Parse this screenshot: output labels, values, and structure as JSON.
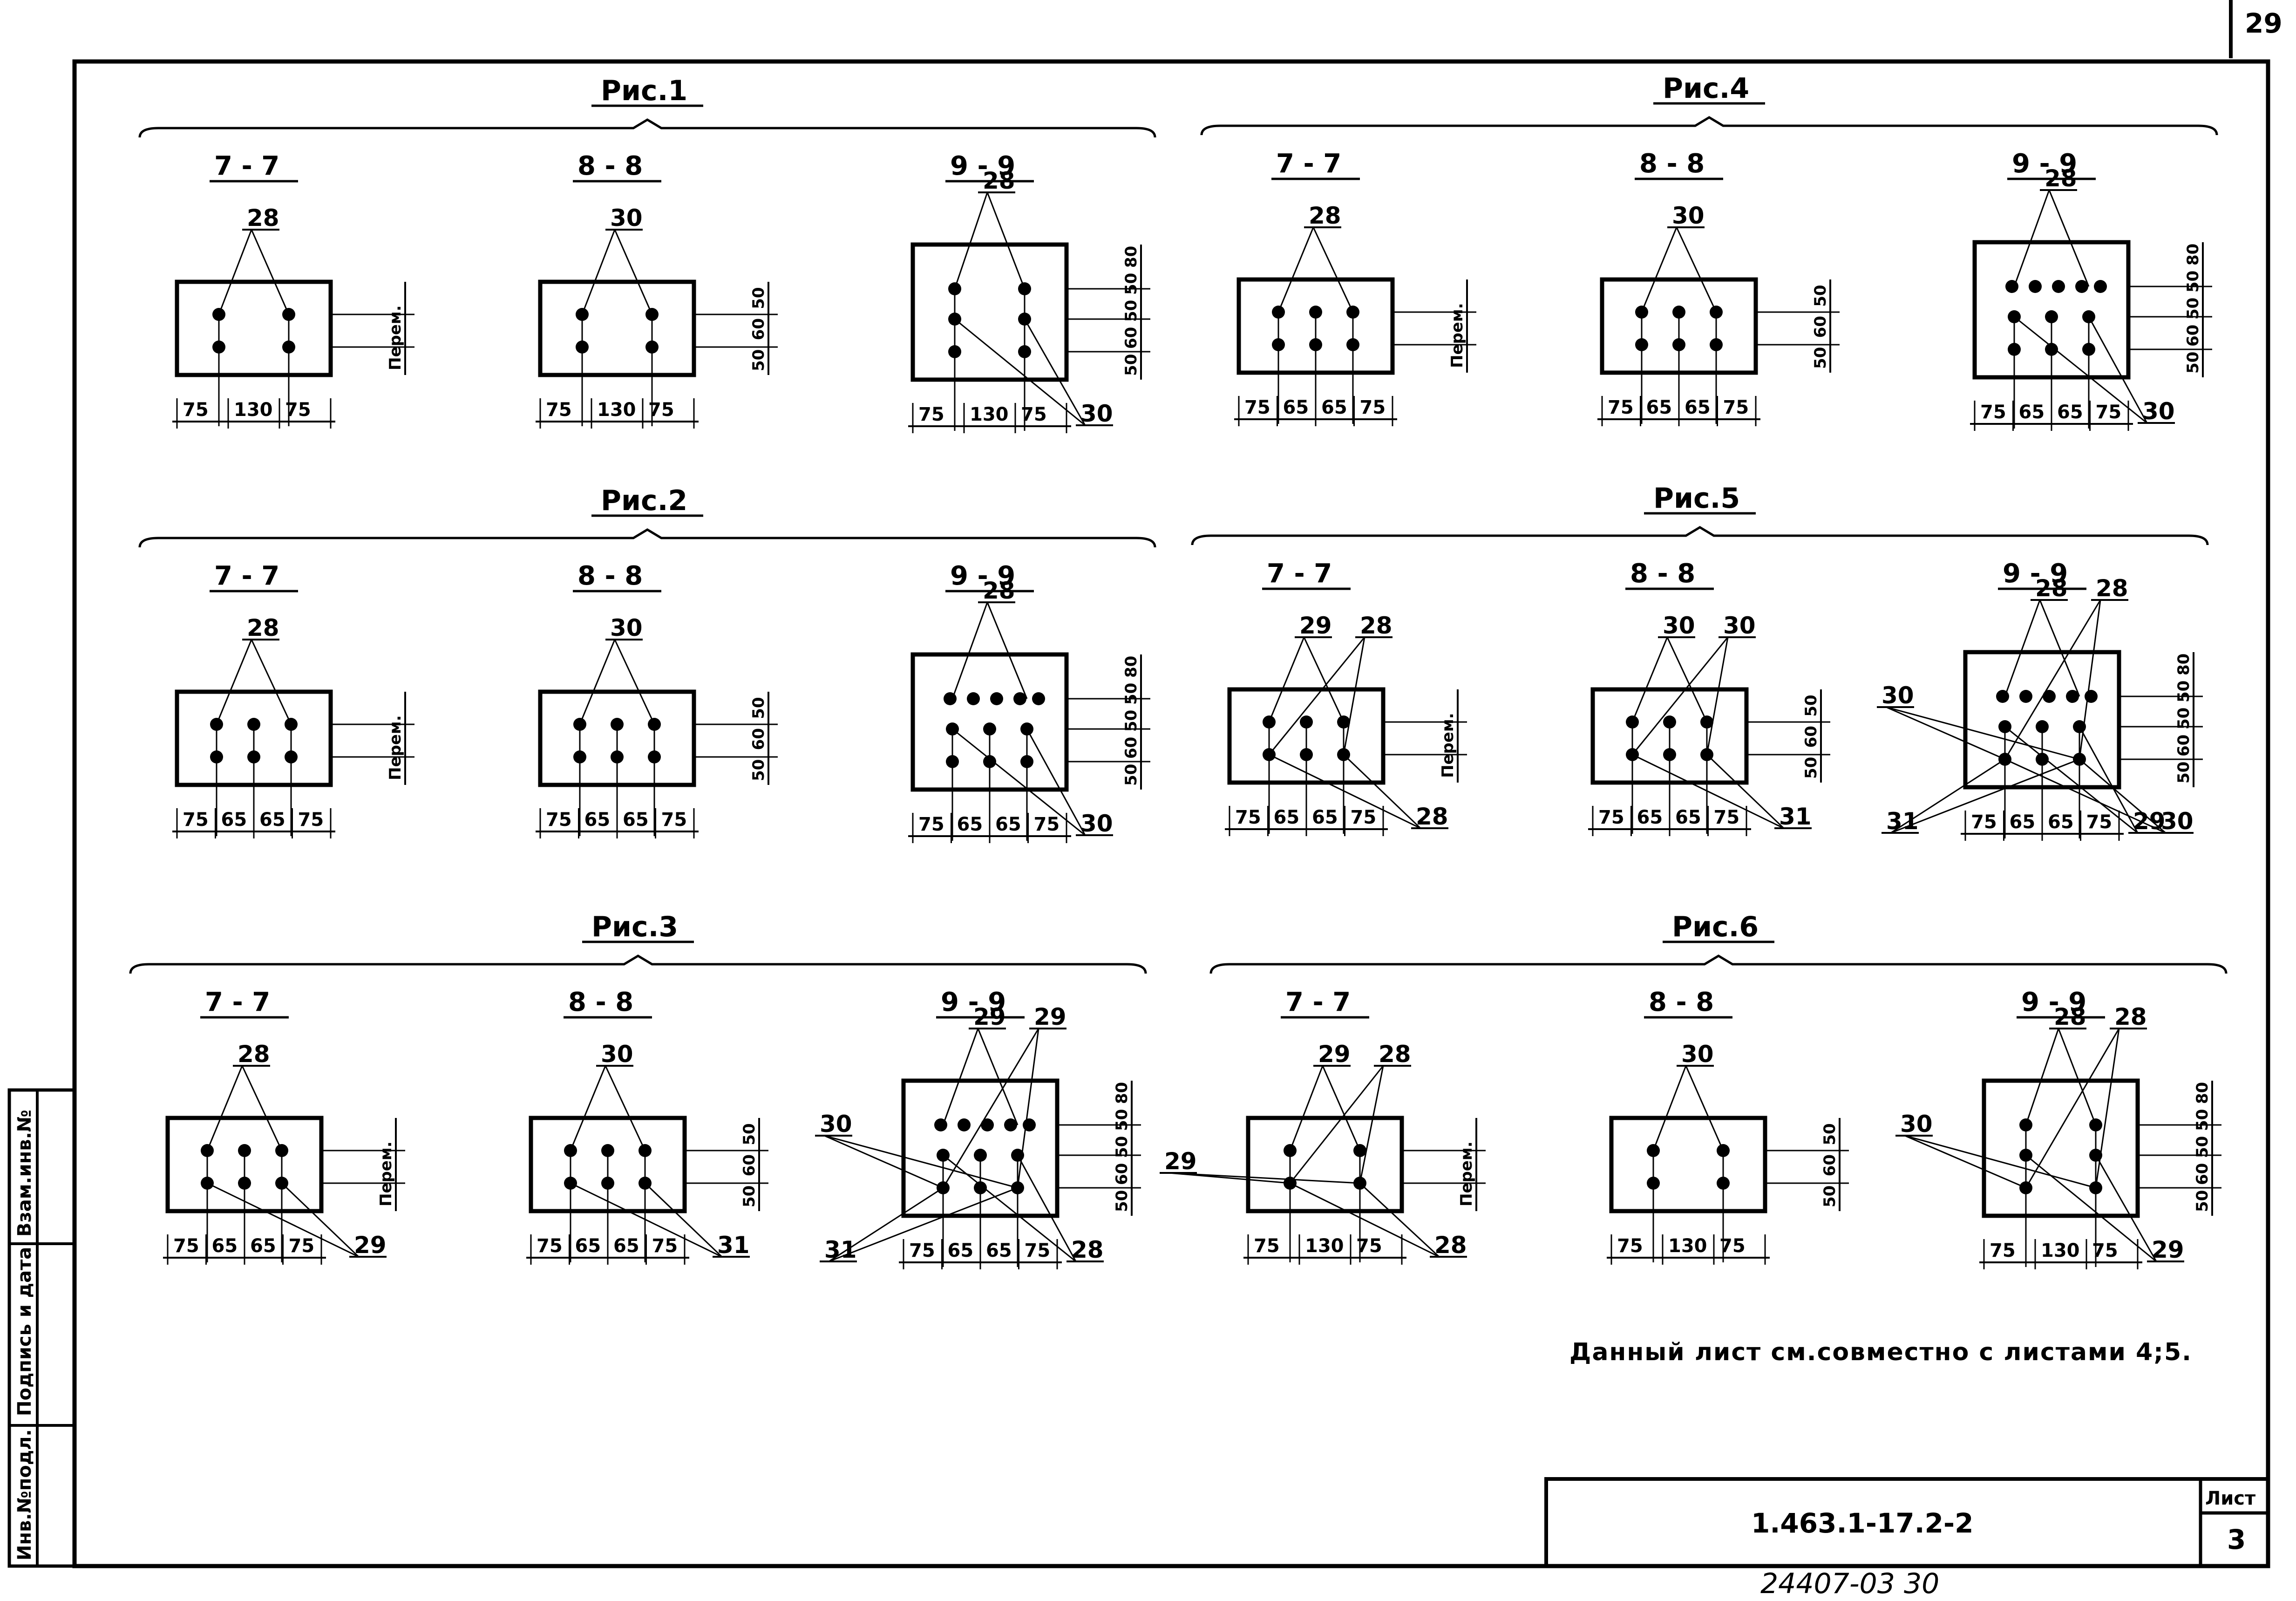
{
  "sheet": {
    "corner_number": "29",
    "note": "Данный лист см.совместно с листами 4;5.",
    "stamp": {
      "code": "1.463.1-17.2-2",
      "sheet_label": "Лист",
      "sheet_number": "3",
      "handwritten": "24407-03   30"
    },
    "side_labels": [
      "Инв.№подл.",
      "Подпись и дата",
      "Взам.инв.№"
    ],
    "perem_label": "Перем."
  },
  "figures": [
    {
      "title": "Рис.1",
      "sections": [
        {
          "label": "7 - 7",
          "callouts": [
            "28"
          ],
          "hdims": [
            "75",
            "130",
            "75"
          ],
          "vdims": []
        },
        {
          "label": "8 - 8",
          "callouts": [
            "30"
          ],
          "hdims": [
            "75",
            "130",
            "75"
          ],
          "vdims": [
            "50",
            "60",
            "50"
          ]
        },
        {
          "label": "9 - 9",
          "callouts": [
            "28",
            "30"
          ],
          "hdims": [
            "75",
            "130",
            "75"
          ],
          "vdims": [
            "80",
            "50",
            "50",
            "60",
            "50"
          ]
        }
      ]
    },
    {
      "title": "Рис.2",
      "sections": [
        {
          "label": "7 - 7",
          "callouts": [
            "28"
          ],
          "hdims": [
            "75",
            "65",
            "65",
            "75"
          ],
          "vdims": []
        },
        {
          "label": "8 - 8",
          "callouts": [
            "30"
          ],
          "hdims": [
            "75",
            "65",
            "65",
            "75"
          ],
          "vdims": [
            "50",
            "60",
            "50"
          ]
        },
        {
          "label": "9 - 9",
          "callouts": [
            "28",
            "30"
          ],
          "hdims": [
            "75",
            "65",
            "65",
            "75"
          ],
          "vdims": [
            "80",
            "50",
            "50",
            "60",
            "50"
          ]
        }
      ]
    },
    {
      "title": "Рис.3",
      "sections": [
        {
          "label": "7 - 7",
          "callouts": [
            "28",
            "29"
          ],
          "hdims": [
            "75",
            "65",
            "65",
            "75"
          ],
          "vdims": []
        },
        {
          "label": "8 - 8",
          "callouts": [
            "30",
            "31"
          ],
          "hdims": [
            "75",
            "65",
            "65",
            "75"
          ],
          "vdims": [
            "50",
            "60",
            "50"
          ]
        },
        {
          "label": "9 - 9",
          "callouts": [
            "29",
            "28",
            "29",
            "30",
            "31"
          ],
          "hdims": [
            "75",
            "65",
            "65",
            "75"
          ],
          "vdims": [
            "80",
            "50",
            "50",
            "60",
            "50"
          ]
        }
      ]
    },
    {
      "title": "Рис.4",
      "sections": [
        {
          "label": "7 - 7",
          "callouts": [
            "28"
          ],
          "hdims": [
            "75",
            "65",
            "65",
            "75"
          ],
          "vdims": []
        },
        {
          "label": "8 - 8",
          "callouts": [
            "30"
          ],
          "hdims": [
            "75",
            "65",
            "65",
            "75"
          ],
          "vdims": [
            "50",
            "60",
            "50"
          ]
        },
        {
          "label": "9 - 9",
          "callouts": [
            "28",
            "30"
          ],
          "hdims": [
            "75",
            "65",
            "65",
            "75"
          ],
          "vdims": [
            "80",
            "50",
            "50",
            "60",
            "50"
          ]
        }
      ]
    },
    {
      "title": "Рис.5",
      "sections": [
        {
          "label": "7 - 7",
          "callouts": [
            "29",
            "28",
            "28"
          ],
          "hdims": [
            "75",
            "65",
            "65",
            "75"
          ],
          "vdims": []
        },
        {
          "label": "8 - 8",
          "callouts": [
            "30",
            "31",
            "30"
          ],
          "hdims": [
            "75",
            "65",
            "65",
            "75"
          ],
          "vdims": [
            "50",
            "60",
            "50"
          ]
        },
        {
          "label": "9 - 9",
          "callouts": [
            "28",
            "29",
            "28",
            "30",
            "31",
            "30"
          ],
          "hdims": [
            "75",
            "65",
            "65",
            "75"
          ],
          "vdims": [
            "80",
            "50",
            "50",
            "60",
            "50"
          ]
        }
      ]
    },
    {
      "title": "Рис.6",
      "sections": [
        {
          "label": "7 - 7",
          "callouts": [
            "29",
            "28",
            "28",
            "29"
          ],
          "hdims": [
            "75",
            "130",
            "75"
          ],
          "vdims": []
        },
        {
          "label": "8 - 8",
          "callouts": [
            "30"
          ],
          "hdims": [
            "75",
            "130",
            "75"
          ],
          "vdims": [
            "50",
            "60",
            "50"
          ]
        },
        {
          "label": "9 - 9",
          "callouts": [
            "28",
            "29",
            "28",
            "30"
          ],
          "hdims": [
            "75",
            "130",
            "75"
          ],
          "vdims": [
            "80",
            "50",
            "50",
            "60",
            "50"
          ]
        }
      ]
    }
  ]
}
